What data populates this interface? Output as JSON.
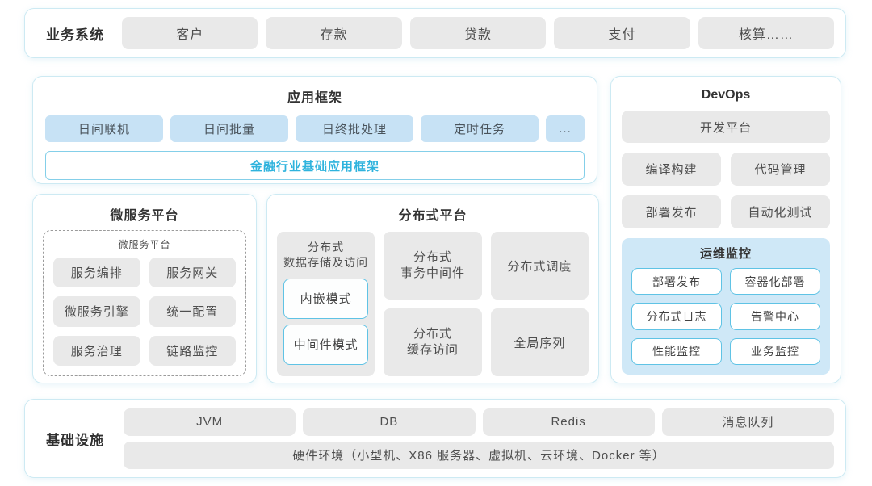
{
  "colors": {
    "section_border": "#cdeaf3",
    "gray_box": "#e9e9e9",
    "blue_box": "#c7e2f5",
    "monitor_panel": "#cfe8f7",
    "cyan_border": "#5fc3e5",
    "teal_text": "#2fb3dd",
    "text_dark": "#4f4f4f",
    "title_text": "#333333"
  },
  "business": {
    "label": "业务系统",
    "items": [
      "客户",
      "存款",
      "贷款",
      "支付",
      "核算……"
    ]
  },
  "app_framework": {
    "title": "应用框架",
    "items": [
      "日间联机",
      "日间批量",
      "日终批处理",
      "定时任务",
      "..."
    ],
    "base": "金融行业基础应用框架"
  },
  "devops": {
    "title": "DevOps",
    "platform": "开发平台",
    "items": [
      "编译构建",
      "代码管理",
      "部署发布",
      "自动化测试"
    ],
    "monitor": {
      "title": "运维监控",
      "items": [
        "部署发布",
        "容器化部署",
        "分布式日志",
        "告警中心",
        "性能监控",
        "业务监控"
      ]
    }
  },
  "microservice": {
    "title": "微服务平台",
    "inner_title": "微服务平台",
    "items": [
      "服务编排",
      "服务网关",
      "微服务引擎",
      "统一配置",
      "服务治理",
      "链路监控"
    ]
  },
  "distributed": {
    "title": "分布式平台",
    "storage": {
      "title": "分布式\n数据存储及访问",
      "modes": [
        "内嵌模式",
        "中间件模式"
      ]
    },
    "items": [
      "分布式\n事务中间件",
      "分布式调度",
      "分布式\n缓存访问",
      "全局序列"
    ]
  },
  "infrastructure": {
    "label": "基础设施",
    "items": [
      "JVM",
      "DB",
      "Redis",
      "消息队列"
    ],
    "hardware": "硬件环境（小型机、X86 服务器、虚拟机、云环境、Docker 等）"
  }
}
